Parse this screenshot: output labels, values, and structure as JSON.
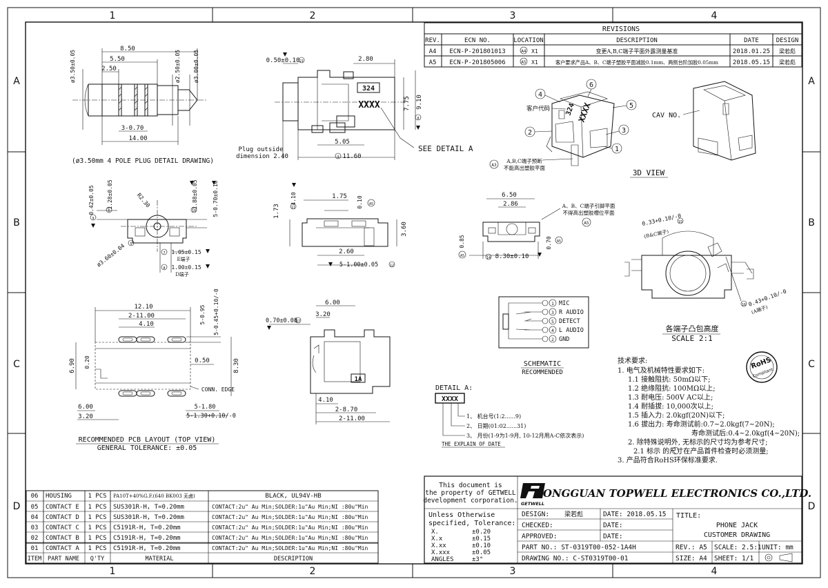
{
  "frame": {
    "columns": [
      "1",
      "2",
      "3",
      "4"
    ],
    "rows": [
      "A",
      "B",
      "C",
      "D"
    ]
  },
  "revisions": {
    "title": "REVISIONS",
    "headers": [
      "REV.",
      "ECN NO.",
      "LOCATION",
      "DESCRIPTION",
      "DATE",
      "DESIGN"
    ],
    "rows": [
      {
        "rev": "A4",
        "ecn": "ECN-P-201801013",
        "loc_tag": "A4",
        "loc_count": "X1",
        "desc": "变更A,B,C端子平面外露测量基准",
        "date": "2018.01.25",
        "design": "梁若彪"
      },
      {
        "rev": "A5",
        "ecn": "ECN-P-201805006",
        "loc_tag": "A5",
        "loc_count": "X1",
        "desc": "客户要求产品A、B、C端子塑胶平面减胶0.1mm、两侧台阶加胶0.05mm",
        "date": "2018.05.15",
        "design": "梁若彪"
      }
    ]
  },
  "plug_view": {
    "dims": {
      "d350": "ø3.50±0.05",
      "d250": "ø2.50±0.05",
      "d300": "ø3.00±0.05",
      "l850": "8.50",
      "l550": "5.50",
      "l250": "2.50",
      "l070": "3-0.70",
      "l1400": "14.00"
    },
    "caption": "(ø3.50mm 4 POLE PLUG DETAIL DRAWING)"
  },
  "side_view": {
    "dims": {
      "d050": "0.50±0.10",
      "d050_tag": "21",
      "d280": "2.80",
      "d775": "7.75",
      "d910": "9.10",
      "d910_tag": "8",
      "d505": "5.05",
      "d1160": "11.60",
      "d1160_tag": "3"
    },
    "mark_324": "324",
    "mark_xxxx": "XXXX",
    "see_detail": "SEE DETAIL A",
    "plug_outside_1": "Plug outside",
    "plug_outside_2": "dimension 2.40"
  },
  "iso_view": {
    "labels": [
      "1",
      "2",
      "3",
      "4",
      "5",
      "6"
    ],
    "cust_code": "客户代码",
    "note_tag": "A3",
    "note_1": "A,B,C端子预断",
    "note_2": "不能高出塑胶平面",
    "cav": "CAV NO.",
    "title_3d": "3D VIEW"
  },
  "front_view_b": {
    "dims": {
      "d042": "0.42±0.05",
      "d042_tag": "9",
      "d128": "1.28±0.05",
      "d128_tag": "6",
      "r230": "R2.30",
      "d360": "ø3.60±0.04",
      "d360_tag": "5",
      "d188": "1.88±0.05",
      "d188_tag": "10",
      "d070": "5-0.70±0.10",
      "d105": "1.05±0.15",
      "d105_tag": "7",
      "e_term": "E端子",
      "d100": "1.00±0.15",
      "d100_tag": "8",
      "d_term": "D端子"
    }
  },
  "side_view_b": {
    "dims": {
      "d410": "4.10",
      "d410_tag": "11",
      "d175": "1.75",
      "d010": "0.10",
      "d010_tag": "A5",
      "d173": "1.73",
      "d360": "3.60",
      "d260": "2.60",
      "d500": "5-1.00±0.05",
      "d500_tag": "12"
    }
  },
  "rear_view_b": {
    "dims": {
      "d650": "6.50",
      "d286": "2.86",
      "d085": "0.85",
      "d085_tag": "A5",
      "d070": "0.70",
      "d070_tag": "A5",
      "d830": "8.30±0.10",
      "d830_tag": "14",
      "a5_tag": "A5"
    },
    "note_1": "A、B、C端子引脚平面",
    "note_2": "不得高出塑胶槽位平面",
    "note_tag": "A5"
  },
  "bump_view": {
    "d033": "0.33+0.10/-0",
    "d033_tag": "15",
    "bc_term": "(B&C端子)",
    "d043": "0.43+0.10/-0",
    "d043_tag": "16",
    "a_term": "(A端子)",
    "title": "各端子凸包高度",
    "scale": "SCALE 2:1"
  },
  "pcb_layout": {
    "dims": {
      "d1210": "12.10",
      "d1100": "2-11.00",
      "d410": "4.10",
      "d095": "5-0.95",
      "d045": "5-0.45+0.10/-0",
      "d690": "6.90",
      "d020": "0.20",
      "d050": "0.50",
      "d830": "8.30",
      "d600": "6.00",
      "d320": "3.20",
      "d180": "5-1.80",
      "d130": "5-1.30+0.10/-0"
    },
    "conn_edge": "CONN. EDGE",
    "title": "RECOMMENDED PCB LAYOUT (TOP VIEW)",
    "tolerance": "GENERAL TOLERANCE: ±0.05"
  },
  "pcb_side_view": {
    "dims": {
      "d600": "6.00",
      "d320": "3.20",
      "d070": "0.70±0.08",
      "d070_tag": "17",
      "d410": "4.10",
      "d870": "2-8.70",
      "d1100": "2-11.00"
    },
    "mark_1a": "1A"
  },
  "schematic": {
    "pins": [
      {
        "num": "1",
        "name": "MIC"
      },
      {
        "num": "3",
        "name": "R AUDIO"
      },
      {
        "num": "5",
        "name": "DETECT"
      },
      {
        "num": "4",
        "name": "L AUDIO"
      },
      {
        "num": "2",
        "name": "GND"
      }
    ],
    "title": "SCHEMATIC",
    "subtitle": "RECOMMENDED"
  },
  "detail_a": {
    "title": "DETAIL A:",
    "code": "XXXX",
    "lines": [
      "1、 机台号(1:2......9)",
      "2、 日期(01:02......31)",
      "3、 月份(1-9为1-9月, 10-12月用A-C依次表示)"
    ],
    "caption": "THE EXPLAIN OF DATE"
  },
  "tech_req": {
    "title": "技术要求:",
    "lines": [
      "1. 电气及机械特性要求如下:",
      "1.1 接触阻抗: 50mΩ以下;",
      "1.2 绝缘阻抗: 100MΩ以上;",
      "1.3 耐电压: 500V AC以上;",
      "1.4 耐插拔: 10,000次以上;",
      "1.5 插入力: 2.0kgf(20N)以下;",
      "1.6 拔出力: 寿命测试前:0.7~2.0kgf(7~20N);",
      "寿命测试后:0.4~2.0kgf(4~20N);",
      "2. 除特殊说明外, 无标示的尺寸均为参考尺寸;",
      "2.1 标示 的尺寸在产品首件检查时必须测量;",
      "3. 产品符合RoHS环保标准要求."
    ],
    "rohs_top": "RoHS",
    "rohs_bottom": "Compliant"
  },
  "bom": {
    "headers": [
      "ITEM",
      "PART NAME",
      "Q'TY",
      "MATERIAL",
      "DESCRIPTION"
    ],
    "rows": [
      {
        "item": "06",
        "part": "HOUSING",
        "qty": "1 PCS",
        "material": "PA10T+40%G.F.(640 BK003 无卤)",
        "desc": "BLACK, UL94V-HB"
      },
      {
        "item": "05",
        "part": "CONTACT E",
        "qty": "1 PCS",
        "material": "SUS301R-H, T=0.20mm",
        "desc": "CONTACT:2u\" Au Min;SOLDER:1u\"Au Min;NI :80u\"Min"
      },
      {
        "item": "04",
        "part": "CONTACT D",
        "qty": "1 PCS",
        "material": "SUS301R-H, T=0.20mm",
        "desc": "CONTACT:2u\" Au Min;SOLDER:1u\"Au Min;NI :80u\"Min"
      },
      {
        "item": "03",
        "part": "CONTACT C",
        "qty": "1 PCS",
        "material": "C5191R-H, T=0.20mm",
        "desc": "CONTACT:2u\" Au Min;SOLDER:1u\"Au Min;NI :80u\"Min"
      },
      {
        "item": "02",
        "part": "CONTACT B",
        "qty": "1 PCS",
        "material": "C5191R-H, T=0.20mm",
        "desc": "CONTACT:2u\" Au Min;SOLDER:1u\"Au Min;NI :80u\"Min"
      },
      {
        "item": "01",
        "part": "CONTACT A",
        "qty": "1 PCS",
        "material": "C5191R-H, T=0.20mm",
        "desc": "CONTACT:2u\" Au Min;SOLDER:1u\"Au Min;NI :80u\"Min"
      }
    ]
  },
  "title_block": {
    "property": [
      "This document is",
      "the property of GETWELL",
      "development corporation."
    ],
    "company": "DONGGUAN TOPWELL ELECTRONICS CO.,LTD.",
    "logo_text": "GETWELL",
    "tol_title_1": "Unless Otherwise",
    "tol_title_2": "specified, Tolerance:",
    "tolerances": [
      {
        "k": "X.",
        "v": "±0.20"
      },
      {
        "k": "X.x",
        "v": "±0.15"
      },
      {
        "k": "X.xx",
        "v": "±0.10"
      },
      {
        "k": "X.xxx",
        "v": "±0.05"
      },
      {
        "k": "ANGLES",
        "v": "±3°"
      }
    ],
    "design_label": "DESIGN:",
    "design_value": "梁若彪",
    "checked_label": "CHECKED:",
    "approved_label": "APPROVED:",
    "date1": "DATE: 2018.05.15",
    "date2": "DATE:",
    "date3": "DATE:",
    "title_label": "TITLE:",
    "title_1": "PHONE JACK",
    "title_2": "CUSTOMER DRAWING",
    "part_no": "PART NO.: ST-0319T00-052-1A4H",
    "drawing_no": "DRAWING NO.: C-ST0319T00-01",
    "rev": "REV.: A5",
    "scale": "SCALE: 2.5:1",
    "unit": "UNIT: mm",
    "size": "SIZE: A4",
    "sheet": "SHEET: 1/1"
  }
}
